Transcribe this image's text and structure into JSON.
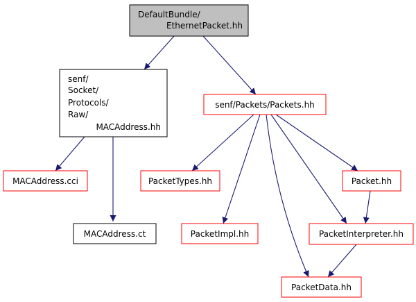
{
  "colors": {
    "edge": "#191970",
    "root_fill": "#bfbfbf",
    "local_border": "#000000",
    "include_border": "#ff0000",
    "node_fill": "#ffffff"
  },
  "nodes": {
    "root": {
      "lines": [
        "DefaultBundle/",
        "EthernetPacket.hh"
      ]
    },
    "macaddress_hh": {
      "lines": [
        "senf/",
        "Socket/",
        "Protocols/",
        "Raw/",
        "MACAddress.hh"
      ]
    },
    "packets_hh": {
      "label": "senf/Packets/Packets.hh"
    },
    "macaddress_cci": {
      "label": "MACAddress.cci"
    },
    "macaddress_ct": {
      "label": "MACAddress.ct"
    },
    "packettypes_hh": {
      "label": "PacketTypes.hh"
    },
    "packetimpl_hh": {
      "label": "PacketImpl.hh"
    },
    "packet_hh": {
      "label": "Packet.hh"
    },
    "packetinterpreter_hh": {
      "label": "PacketInterpreter.hh"
    },
    "packetdata_hh": {
      "label": "PacketData.hh"
    }
  },
  "edges": [
    [
      "root",
      "macaddress_hh"
    ],
    [
      "root",
      "packets_hh"
    ],
    [
      "macaddress_hh",
      "macaddress_cci"
    ],
    [
      "macaddress_hh",
      "macaddress_ct"
    ],
    [
      "packets_hh",
      "packettypes_hh"
    ],
    [
      "packets_hh",
      "packetimpl_hh"
    ],
    [
      "packets_hh",
      "packetdata_hh"
    ],
    [
      "packets_hh",
      "packetinterpreter_hh"
    ],
    [
      "packets_hh",
      "packet_hh"
    ],
    [
      "packet_hh",
      "packetinterpreter_hh"
    ],
    [
      "packetinterpreter_hh",
      "packetdata_hh"
    ]
  ]
}
